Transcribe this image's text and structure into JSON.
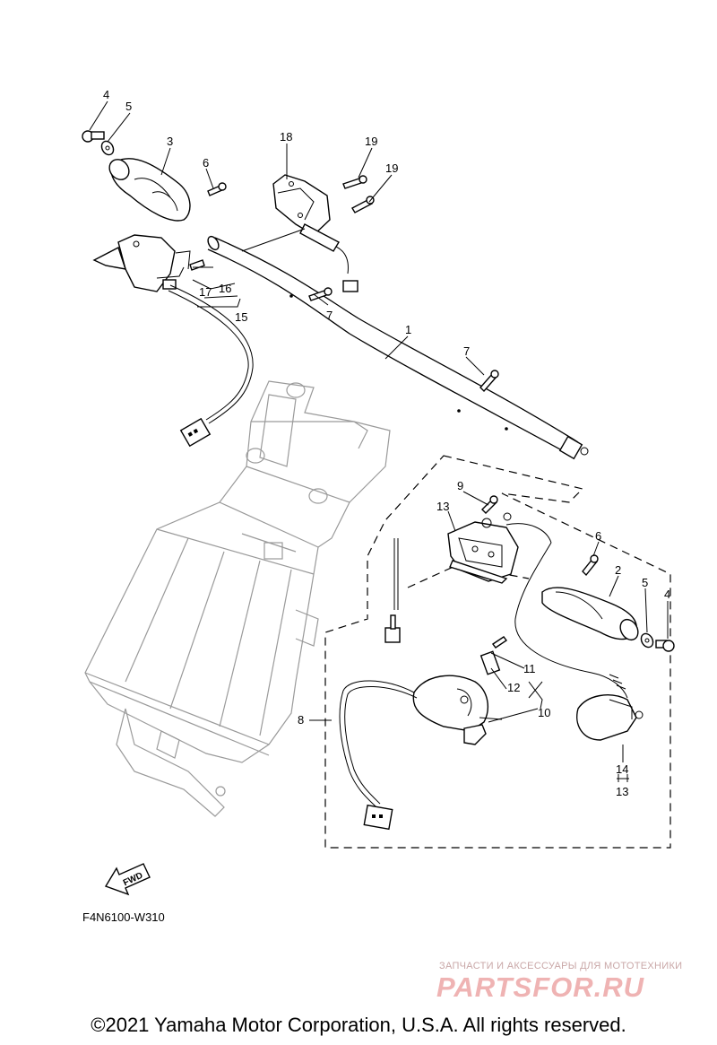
{
  "callouts": {
    "n1": "1",
    "n2": "2",
    "n3": "3",
    "n4a": "4",
    "n4b": "4",
    "n5a": "5",
    "n5b": "5",
    "n6a": "6",
    "n6b": "6",
    "n7a": "7",
    "n7b": "7",
    "n8": "8",
    "n9": "9",
    "n10": "10",
    "n11": "11",
    "n12": "12",
    "n13a": "13",
    "n13b": "13",
    "n14": "14",
    "n15": "15",
    "n16": "16",
    "n17": "17",
    "n18": "18",
    "n19a": "19",
    "n19b": "19"
  },
  "fwd_label": "FWD",
  "diagram_code": "F4N6100-W310",
  "watermark": {
    "subtitle": "ЗАПЧАСТИ И АКСЕССУАРЫ ДЛЯ МОТОТЕХНИКИ",
    "logo": "PARTSFOR.RU"
  },
  "copyright": "©2021 Yamaha Motor Corporation, U.S.A. All rights reserved."
}
